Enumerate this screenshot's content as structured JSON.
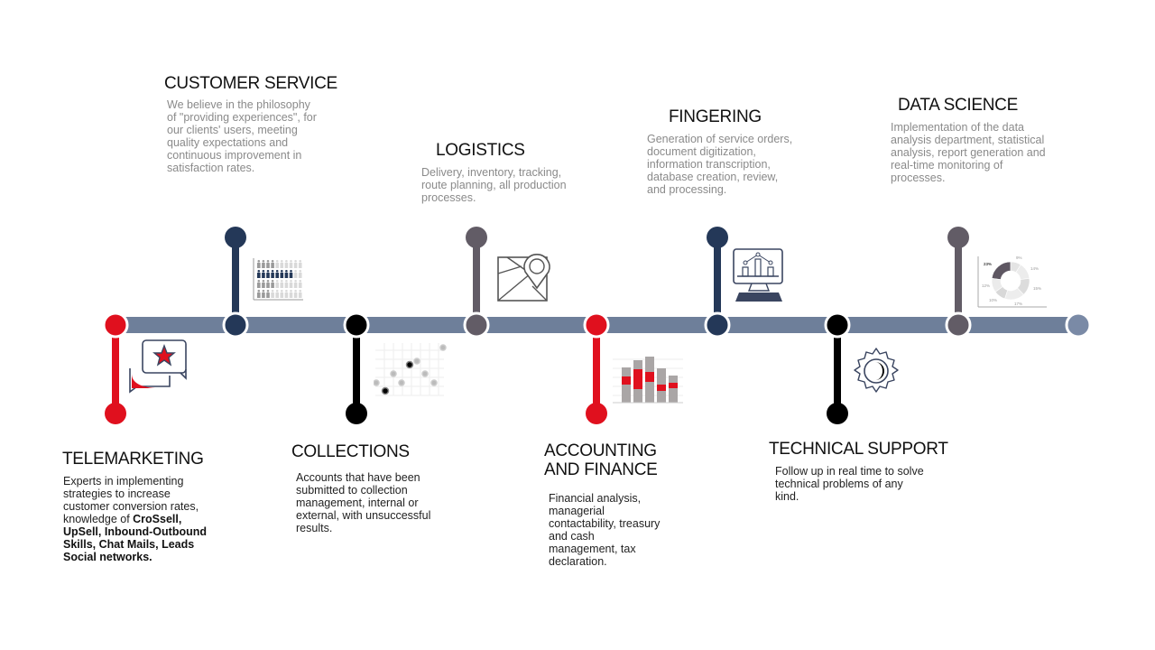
{
  "colors": {
    "track": "#6e7f9a",
    "red": "#e0101e",
    "navy": "#243858",
    "black": "#000000",
    "slate": "#625c66",
    "end": "#7a8aa6"
  },
  "sections": [
    {
      "id": "telemarketing",
      "title": "TELEMARKETING",
      "description": "Experts in implementing strategies to increase customer conversion rates, knowledge of",
      "description_bold": "CroSsell, UpSell, Inbound-Outbound Skills, Chat Mails, Leads Social networks.",
      "color": "red",
      "icon": "chat-star-icon"
    },
    {
      "id": "customer-service",
      "title": "CUSTOMER SERVICE",
      "description": "We believe in the philosophy of \"providing experiences\",  for our clients' users, meeting quality expectations and continuous improvement in satisfaction rates.",
      "color": "navy",
      "icon": "people-chart-icon"
    },
    {
      "id": "collections",
      "title": "COLLECTIONS",
      "description": "Accounts that have been submitted to collection management, internal or external, with unsuccessful  results.",
      "color": "black",
      "icon": "scatter-chart-icon"
    },
    {
      "id": "logistics",
      "title": "LOGISTICS",
      "description": "Delivery, inventory, tracking, route planning, all production processes.",
      "color": "slate",
      "icon": "map-pin-icon"
    },
    {
      "id": "accounting-finance",
      "title": "ACCOUNTING AND FINANCE",
      "description": "Financial analysis, managerial contactability, treasury and cash management, tax declaration.",
      "color": "red",
      "icon": "stacked-bar-chart-icon"
    },
    {
      "id": "fingering",
      "title": "FINGERING",
      "description": "Generation of service orders, document digitization, information transcription, database creation, review, and processing.",
      "color": "navy",
      "icon": "computer-chart-icon"
    },
    {
      "id": "technical-support",
      "title": "TECHNICAL SUPPORT",
      "description": "Follow up in real time to solve technical problems of any  kind.",
      "color": "black",
      "icon": "gear-moon-icon"
    },
    {
      "id": "data-science",
      "title": "DATA SCIENCE",
      "description": "Implementation of the data analysis department, statistical analysis, report generation and real-time monitoring of processes.",
      "color": "slate",
      "icon": "donut-chart-icon"
    }
  ],
  "donut_labels": [
    "23%",
    "9%",
    "14%",
    "15%",
    "17%",
    "10%",
    "12%"
  ]
}
